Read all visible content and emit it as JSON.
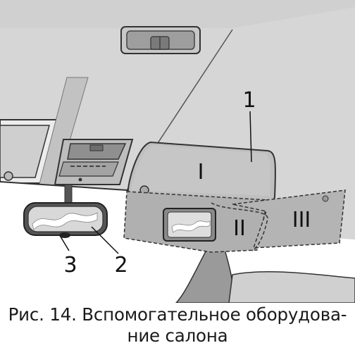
{
  "figure": {
    "callouts": {
      "c1": "1",
      "c2": "2",
      "c3": "3"
    },
    "zones": {
      "z1": "I",
      "z2": "II",
      "z3": "III"
    }
  },
  "caption": {
    "line1": "Рис. 14. Вспомогательное оборудова-",
    "line2": "ние салона"
  }
}
